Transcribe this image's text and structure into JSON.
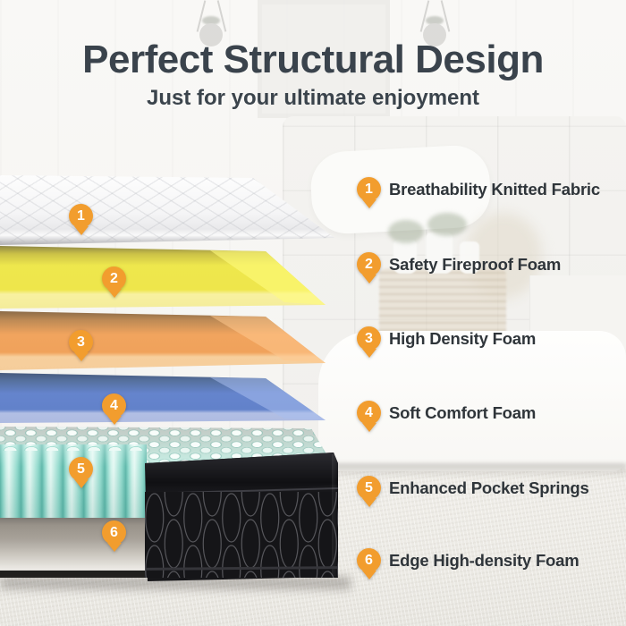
{
  "header": {
    "title": "Perfect Structural Design",
    "subtitle": "Just for your ultimate enjoyment"
  },
  "features": [
    {
      "num": "1",
      "label": "Breathability Knitted Fabric",
      "color": "#F2F2F3"
    },
    {
      "num": "2",
      "label": "Safety Fireproof Foam",
      "color": "#EEE74D"
    },
    {
      "num": "3",
      "label": "High Density Foam",
      "color": "#F1A45E"
    },
    {
      "num": "4",
      "label": "Soft Comfort Foam",
      "color": "#6584CD"
    },
    {
      "num": "5",
      "label": "Enhanced Pocket Springs",
      "color": "#BDEAE1"
    },
    {
      "num": "6",
      "label": "Edge High-density Foam",
      "color": "#9A958D"
    }
  ],
  "colors": {
    "badge": "#F29D2E",
    "badge_text": "#FFFFFF",
    "title_text": "#3A434C",
    "label_text": "#2F353A",
    "mattress_cover": "#17171A"
  }
}
